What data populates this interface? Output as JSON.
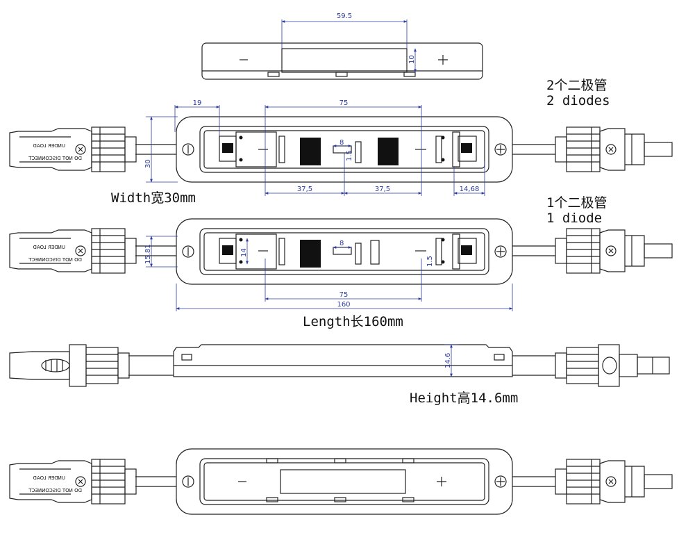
{
  "labels": {
    "diodes2_cn": "2个二极管",
    "diodes2_en": "2 diodes",
    "diodes1_cn": "1个二极管",
    "diodes1_en": "1 diode",
    "width": "Width宽30mm",
    "length": "Length长160mm",
    "height": "Height高14.6mm"
  },
  "connector_text": {
    "line1": "UNDER LOAD",
    "line2": "DO NOT DISCONNECT"
  },
  "dimensions": {
    "top_width": "59.5",
    "top_height": "10",
    "v2_left": "19",
    "v2_span": "75",
    "v2_height": "30",
    "v2_small_a": "8",
    "v2_small_b": "1.5",
    "v2_half_l": "37,5",
    "v2_half_r": "37,5",
    "v2_right": "14,68",
    "v1_height": "15.81",
    "v1_diode_h": "14",
    "v1_small_a": "8",
    "v1_small_b": "1.5",
    "v1_span": "75",
    "v1_total": "160",
    "side_height": "14.6"
  },
  "colors": {
    "dimension_line": "#2b3aa0",
    "outline": "#222222"
  }
}
